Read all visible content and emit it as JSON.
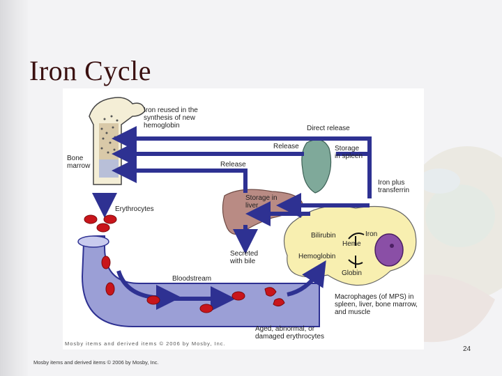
{
  "slide": {
    "title": "Iron Cycle",
    "page_number": "24",
    "footer_credit": "Mosby items and derived items © 2006 by Mosby, Inc."
  },
  "figure": {
    "credit": "Mosby items and derived items © 2006 by Mosby, Inc.",
    "labels": {
      "iron_reused": "Iron reused in the\nsynthesis of new\nhemoglobin",
      "direct_release": "Direct release",
      "release_spleen": "Release",
      "storage_spleen": "Storage\nin spleen",
      "bone_marrow": "Bone\nmarrow",
      "release_liver": "Release",
      "iron_transferrin": "Iron plus\ntransferrin",
      "storage_liver": "Storage in\nliver",
      "erythrocytes": "Erythrocytes",
      "bilirubin": "Bilirubin",
      "iron": "Iron",
      "heme": "Heme",
      "secreted_bile": "Secreted\nwith bile",
      "hemoglobin": "Hemoglobin",
      "globin": "Globin",
      "bloodstream": "Bloodstream",
      "macrophages": "Macrophages (of MPS) in\nspleen, liver, bone marrow,\nand muscle",
      "aged_cells": "Aged, abnormal, or\ndamaged erythrocytes"
    }
  },
  "colors": {
    "arrow": "#2e3192",
    "vessel": "#7b7fc4",
    "macrophage": "#f8efb0",
    "nucleus": "#8a4fa6",
    "cell": "#c8151b",
    "liver": "#b98b84",
    "spleen": "#7fa99a",
    "bone": "#f4eed6"
  }
}
